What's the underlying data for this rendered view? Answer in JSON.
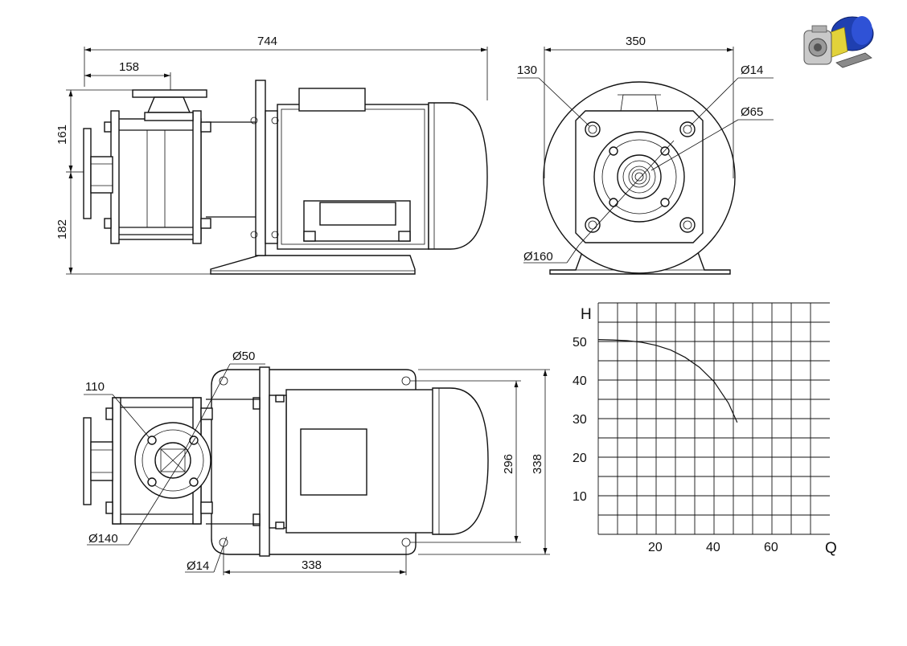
{
  "side_view": {
    "dim_overall_length": "744",
    "dim_inlet_offset": "158",
    "dim_upper_height": "161",
    "dim_lower_height": "182"
  },
  "front_view": {
    "dim_width": "350",
    "dim_bolt_spacing": "130",
    "dim_hole": "Ø14",
    "dim_port": "Ø65",
    "dim_flange": "Ø160"
  },
  "top_view": {
    "dim_port": "Ø50",
    "dim_bolt_spacing": "110",
    "dim_flange": "Ø140",
    "dim_hole": "Ø14",
    "dim_base_length": "338",
    "dim_base_inner_width": "296",
    "dim_base_outer_width": "338"
  },
  "chart_data": {
    "type": "line",
    "xlabel": "Q",
    "ylabel": "H",
    "xlim": [
      0,
      80
    ],
    "ylim": [
      0,
      60
    ],
    "x_ticks": [
      20,
      40,
      60
    ],
    "y_ticks": [
      10,
      20,
      30,
      40,
      50
    ],
    "grid": true,
    "series": [
      {
        "x": [
          0,
          5,
          10,
          15,
          20,
          25,
          30,
          35,
          40,
          45,
          48
        ],
        "y": [
          50.5,
          50.4,
          50.2,
          49.8,
          49.0,
          47.8,
          45.9,
          43.3,
          39.6,
          34.0,
          29.0
        ]
      }
    ]
  },
  "render_thumbnail": {
    "colors": {
      "motor": "#1f3fb0",
      "housing": "#c9c9c9",
      "adapter": "#e2d23a"
    }
  }
}
